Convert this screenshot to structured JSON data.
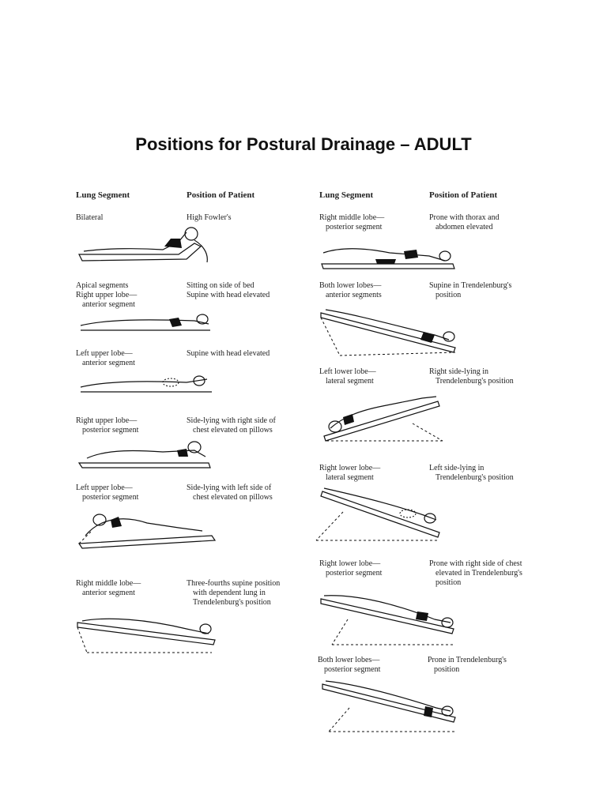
{
  "title": "Positions for Postural Drainage – ADULT",
  "columns": {
    "left": {
      "h1": "Lung Segment",
      "h2": "Position of Patient"
    },
    "right": {
      "h1": "Lung Segment",
      "h2": "Position of Patient"
    }
  },
  "left_entries": [
    {
      "segment": [
        "Bilateral"
      ],
      "position": [
        "High Fowler's"
      ],
      "icon": "high-fowler-figure"
    },
    {
      "segment": [
        "Apical segments",
        "Right upper lobe—",
        "anterior segment"
      ],
      "position": [
        "Sitting on side of bed",
        "Supine with head elevated"
      ],
      "icon": "supine-head-elevated-figure"
    },
    {
      "segment": [
        "Left upper lobe—",
        "anterior segment"
      ],
      "position": [
        "Supine with head elevated"
      ],
      "icon": "supine-figure"
    },
    {
      "segment": [
        "Right upper lobe—",
        "posterior segment"
      ],
      "position": [
        "Side-lying with right side of",
        "chest elevated on pillows"
      ],
      "icon": "side-lying-pillows-figure"
    },
    {
      "segment": [
        "Left upper lobe—",
        "posterior segment"
      ],
      "position": [
        "Side-lying with left side of",
        "chest elevated on pillows"
      ],
      "icon": "side-lying-left-figure"
    },
    {
      "segment": [
        "Right middle lobe—",
        "anterior segment"
      ],
      "position": [
        "Three-fourths supine position",
        "with dependent lung in",
        "Trendelenburg's position"
      ],
      "icon": "three-fourths-supine-figure"
    }
  ],
  "right_entries": [
    {
      "segment": [
        "Right middle lobe—",
        "posterior segment"
      ],
      "position": [
        "Prone with thorax and",
        "abdomen elevated"
      ],
      "icon": "prone-elevated-figure"
    },
    {
      "segment": [
        "Both lower lobes—",
        "anterior segments"
      ],
      "position": [
        "Supine in Trendelenburg's",
        "position"
      ],
      "icon": "supine-trendelenburg-figure"
    },
    {
      "segment": [
        "Left lower lobe—",
        "lateral segment"
      ],
      "position": [
        "Right side-lying in",
        "Trendelenburg's position"
      ],
      "icon": "right-side-lying-trend-figure"
    },
    {
      "segment": [
        "Right lower lobe—",
        "lateral segment"
      ],
      "position": [
        "Left side-lying in",
        "Trendelenburg's position"
      ],
      "icon": "left-side-lying-trend-figure"
    },
    {
      "segment": [
        "Right lower lobe—",
        "posterior segment"
      ],
      "position": [
        "Prone with right side of chest",
        "elevated in Trendelenburg's",
        "position"
      ],
      "icon": "prone-right-elevated-figure"
    },
    {
      "segment": [
        "Both lower lobes—",
        "posterior segment"
      ],
      "position": [
        "Prone in Trendelenburg's",
        "position"
      ],
      "icon": "prone-trendelenburg-figure"
    }
  ]
}
